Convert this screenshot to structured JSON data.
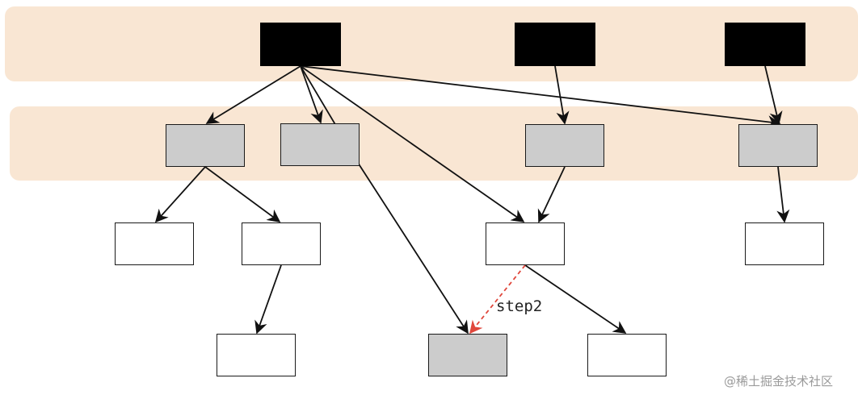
{
  "colors": {
    "band": "#f9e6d3",
    "black_node": "#000000",
    "gray_node": "#cccccc",
    "white_node": "#ffffff",
    "edge": "#111111",
    "step_edge": "#e0473c"
  },
  "labels": {
    "step2": "step2",
    "watermark": "@稀土掘金技术社区"
  },
  "nodes": [
    {
      "id": "a1",
      "kind": "black"
    },
    {
      "id": "a2",
      "kind": "black"
    },
    {
      "id": "a3",
      "kind": "black"
    },
    {
      "id": "b1",
      "kind": "gray"
    },
    {
      "id": "b2",
      "kind": "gray"
    },
    {
      "id": "b3",
      "kind": "gray"
    },
    {
      "id": "b4",
      "kind": "gray"
    },
    {
      "id": "c1",
      "kind": "white"
    },
    {
      "id": "c2",
      "kind": "white"
    },
    {
      "id": "c3",
      "kind": "white"
    },
    {
      "id": "c4",
      "kind": "white"
    },
    {
      "id": "d1",
      "kind": "white"
    },
    {
      "id": "d2",
      "kind": "gray"
    },
    {
      "id": "d3",
      "kind": "white"
    }
  ],
  "edges": [
    {
      "from": "a1",
      "to": "b1"
    },
    {
      "from": "a1",
      "to": "b2"
    },
    {
      "from": "a1",
      "to": "d2"
    },
    {
      "from": "a1",
      "to": "c3"
    },
    {
      "from": "a1",
      "to": "b4"
    },
    {
      "from": "a2",
      "to": "b3"
    },
    {
      "from": "a3",
      "to": "b4"
    },
    {
      "from": "b1",
      "to": "c1"
    },
    {
      "from": "b1",
      "to": "c2"
    },
    {
      "from": "b3",
      "to": "c3"
    },
    {
      "from": "b4",
      "to": "c4"
    },
    {
      "from": "c2",
      "to": "d1"
    },
    {
      "from": "c3",
      "to": "d3"
    },
    {
      "from": "c3",
      "to": "d2",
      "style": "dashed-red",
      "label": "step2"
    }
  ]
}
